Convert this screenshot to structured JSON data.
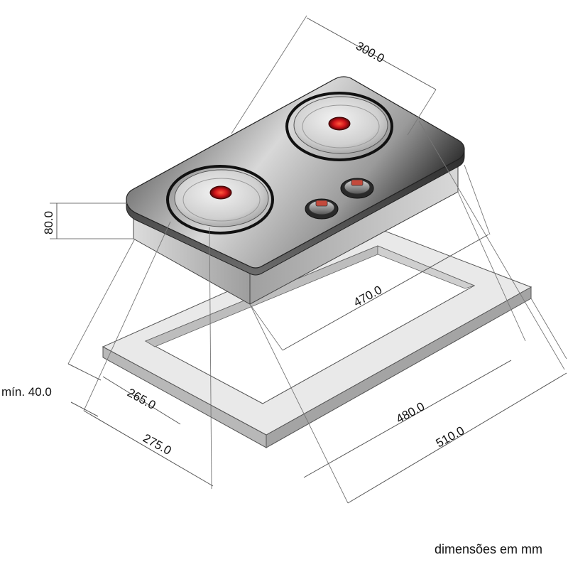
{
  "diagram": {
    "dimensions": [
      {
        "id": "width-top",
        "label": "300.0"
      },
      {
        "id": "height",
        "label": "80.0"
      },
      {
        "id": "cutout-length",
        "label": "470.0"
      },
      {
        "id": "min-clearance",
        "label": "mín. 40.0"
      },
      {
        "id": "cutout-depth",
        "label": "265.0"
      },
      {
        "id": "frame-length",
        "label": "480.0"
      },
      {
        "id": "frame-depth",
        "label": "275.0"
      },
      {
        "id": "overall-length",
        "label": "510.0"
      }
    ],
    "units_note": "dimensões em mm",
    "colors": {
      "glass_light": "#c9c9c9",
      "glass_dark": "#1a1a1a",
      "burner_ring": "#111111",
      "hotspot": "#d2151b",
      "frame_top": "#e6e6e6",
      "frame_side": "#a9a9a9"
    }
  }
}
